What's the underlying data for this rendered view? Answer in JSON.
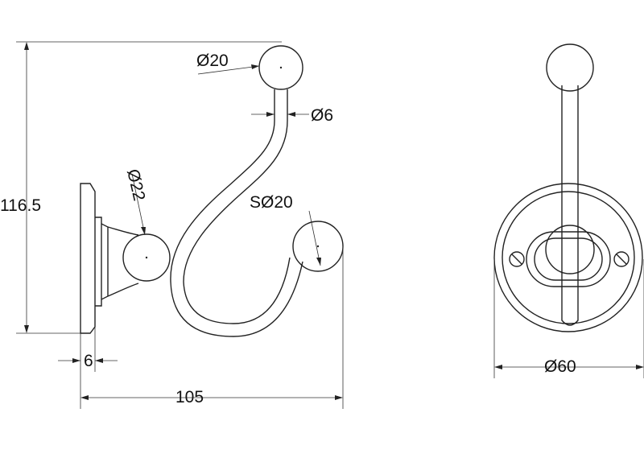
{
  "dimensions": {
    "ball_top_diameter": "Ø20",
    "rod_diameter": "Ø6",
    "ball_mid_diameter": "Ø22",
    "end_ball_diameter": "SØ20",
    "overall_height": "116.5",
    "plate_thickness": "6",
    "overall_projection": "105",
    "backplate_diameter": "Ø60"
  },
  "colors": {
    "line": "#222222",
    "background": "#ffffff"
  }
}
